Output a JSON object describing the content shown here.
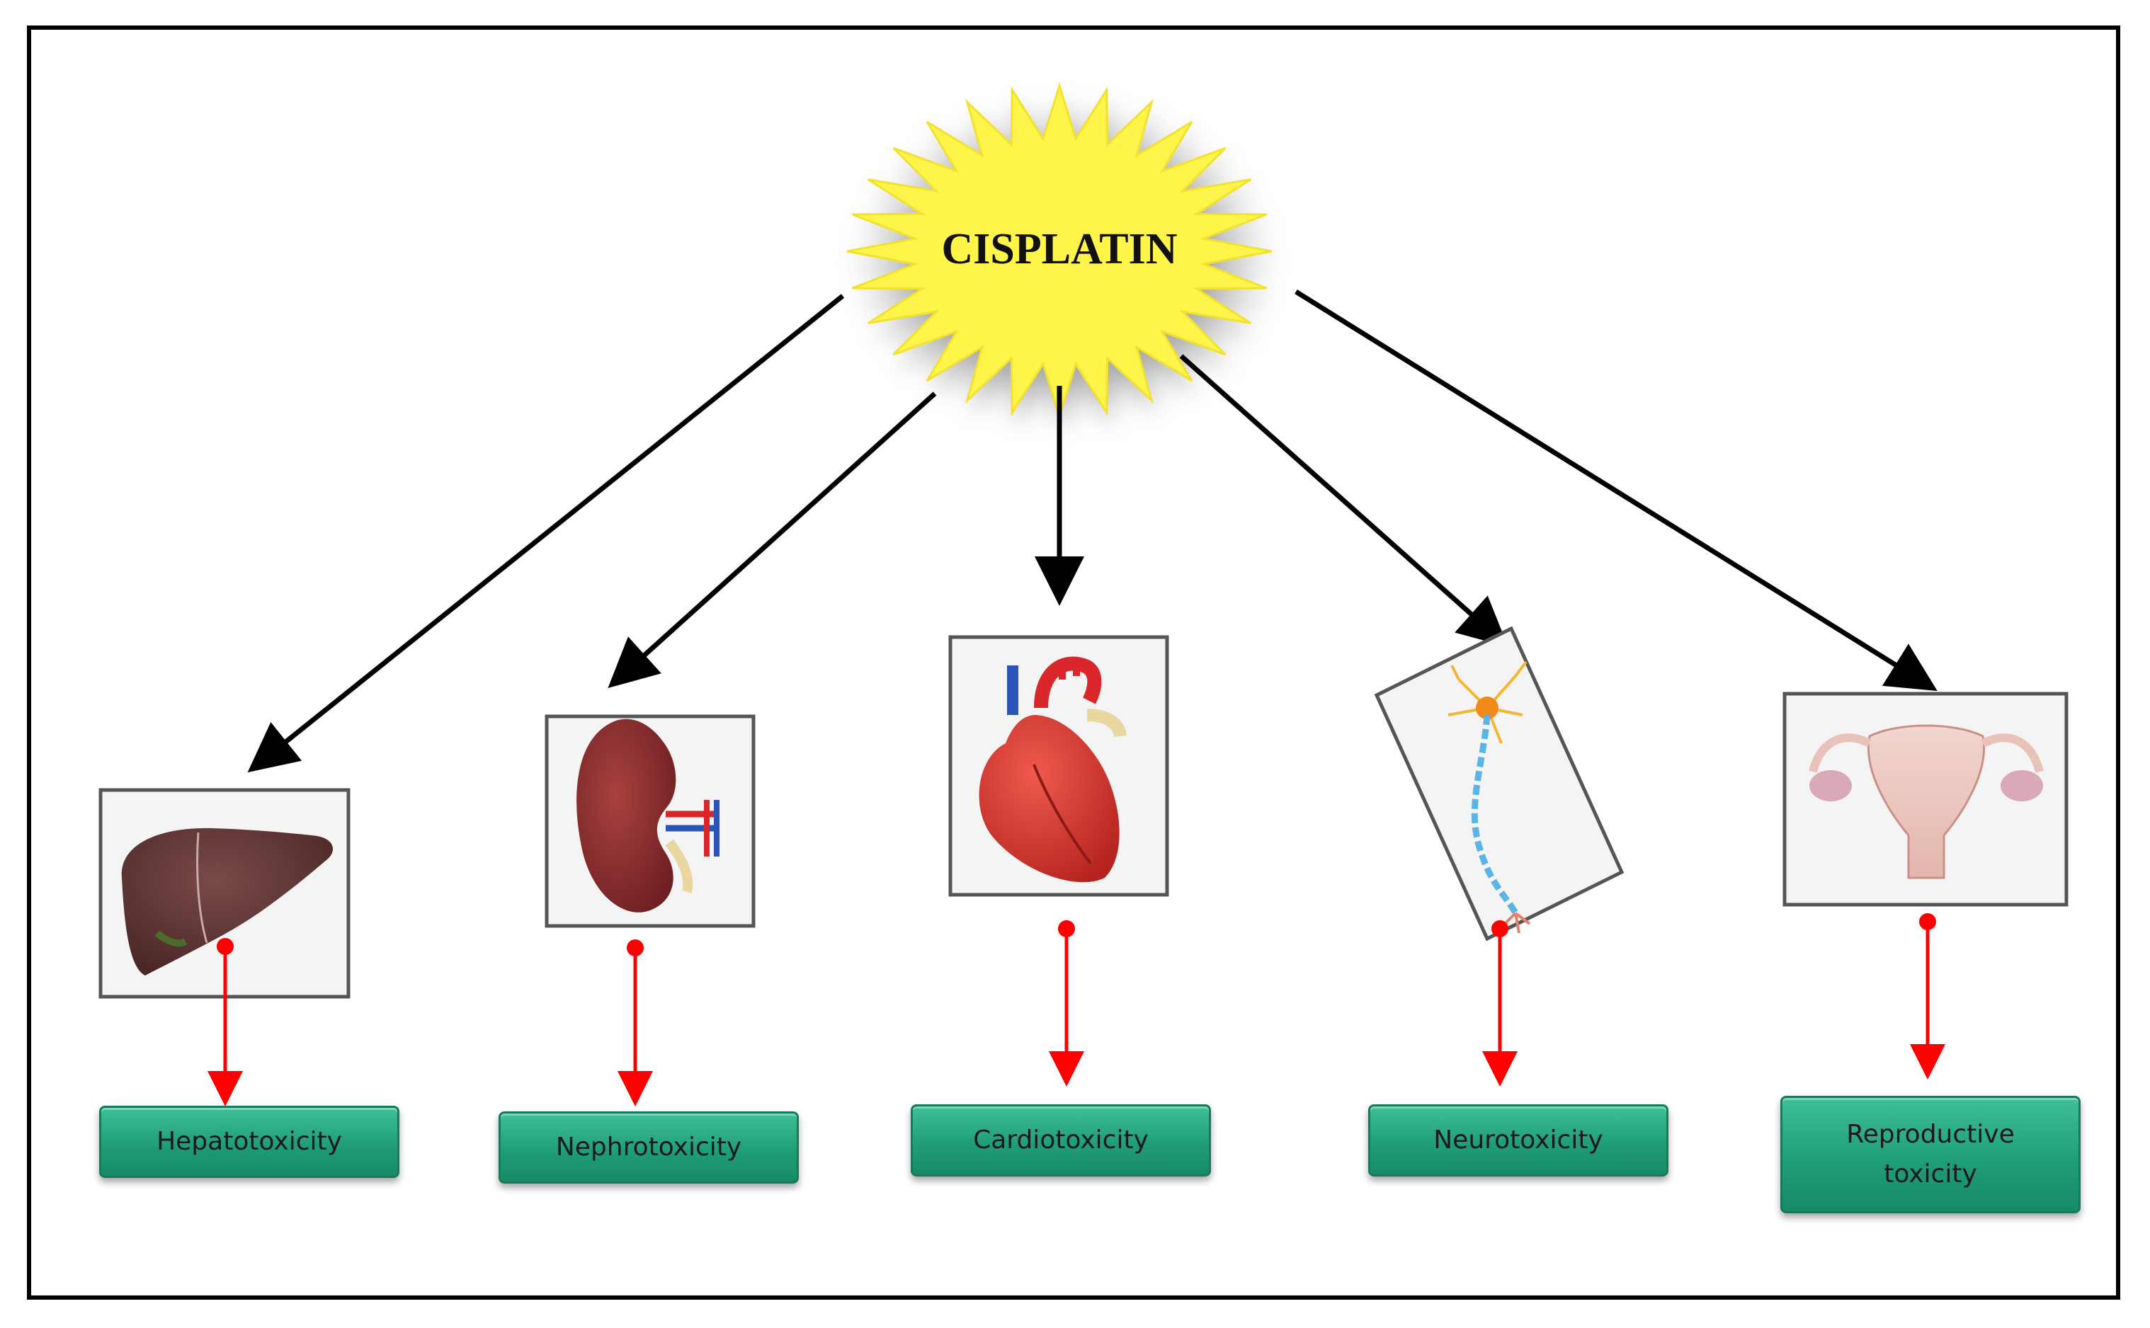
{
  "center": {
    "label": "CISPLATIN"
  },
  "effects": [
    {
      "organ": "liver",
      "label": "Hepatotoxicity"
    },
    {
      "organ": "kidney",
      "label": "Nephrotoxicity"
    },
    {
      "organ": "heart",
      "label": "Cardiotoxicity"
    },
    {
      "organ": "neuron",
      "label": "Neurotoxicity"
    },
    {
      "organ": "uterus",
      "label": "Reproductive toxicity"
    }
  ],
  "colors": {
    "burst": "#fff44a",
    "burst_glow": "#999999",
    "main_arrow": "#000000",
    "effect_arrow": "#ff0000",
    "label_box": "#23a37e"
  }
}
